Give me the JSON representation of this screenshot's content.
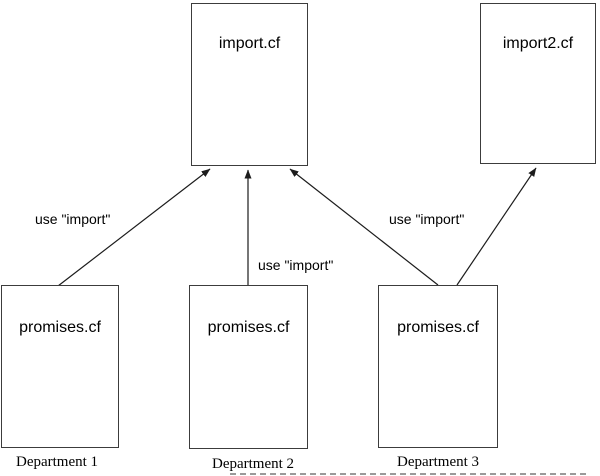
{
  "nodes": {
    "import": {
      "label": "import.cf"
    },
    "import2": {
      "label": "import2.cf"
    },
    "promises1": {
      "label": "promises.cf"
    },
    "promises2": {
      "label": "promises.cf"
    },
    "promises3": {
      "label": "promises.cf"
    }
  },
  "edges": {
    "left": {
      "label": "use \"import\""
    },
    "middle": {
      "label": "use \"import\""
    },
    "right": {
      "label": "use \"import\""
    }
  },
  "captions": {
    "department1": "Department 1",
    "department2": "Department 2",
    "department3": "Department 3"
  },
  "colors": {
    "background": "#ffffff",
    "line": "#1c1c1c",
    "box_border": "#3c3c3c",
    "text": "#000000",
    "artifact": "#9a9a9a"
  }
}
